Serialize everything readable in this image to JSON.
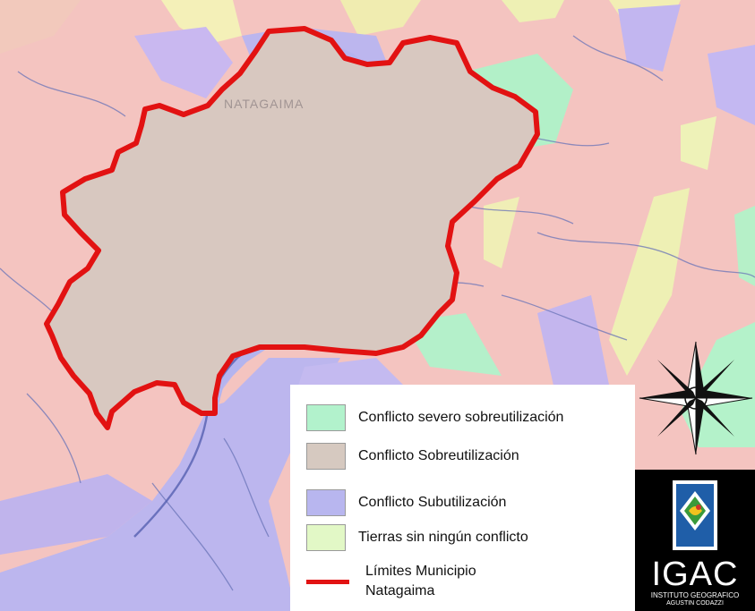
{
  "map": {
    "town_label": "NATAGAIMA"
  },
  "colors": {
    "background": "#f4c4c0",
    "severe_overuse": "#b2f2cc",
    "overuse": "#d6c9c0",
    "underuse": "#b8b6ef",
    "no_conflict": "#def5c0",
    "boundary": "#e21212",
    "streams": "#6a74b8"
  },
  "legend": {
    "items": [
      {
        "label": "Conflicto severo sobreutilización",
        "color": "#b2f2cc"
      },
      {
        "label": "Conflicto Sobreutilización",
        "color": "#d6c9c0"
      },
      {
        "label": "Conflicto Subutilización",
        "color": "#b8b6ef"
      },
      {
        "label": "Tierras sin ningún conflicto",
        "color": "#e2f8c6"
      }
    ],
    "boundary": {
      "line1": "Límites Municipio",
      "line2": "Natagaima",
      "color": "#e21212"
    }
  },
  "logo": {
    "name": "IGAC",
    "sub1": "INSTITUTO GEOGRAFICO",
    "sub2": "AGUSTIN CODAZZI"
  },
  "compass_icon": "compass-rose-icon"
}
